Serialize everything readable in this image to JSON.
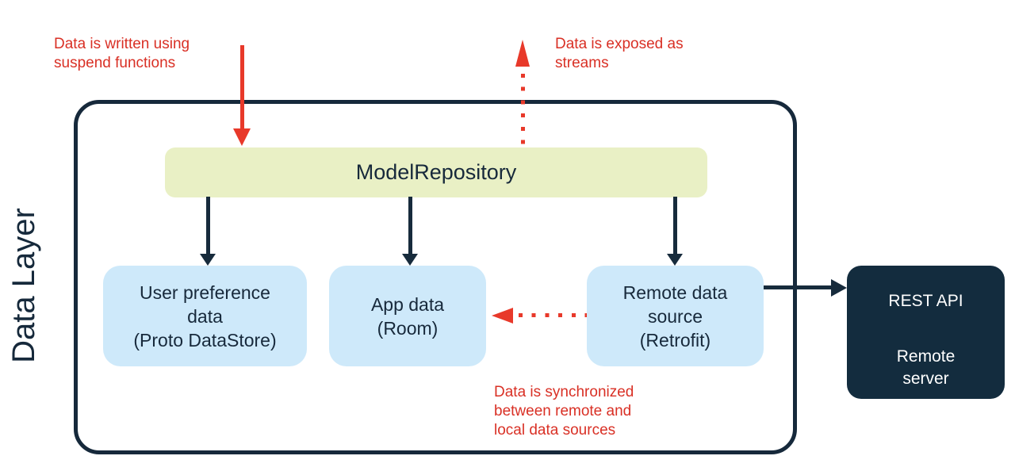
{
  "diagram": {
    "container_label": "Data Layer",
    "repository": {
      "label": "ModelRepository"
    },
    "sources": [
      {
        "id": "user-preference-data",
        "lines": [
          "User preference",
          "data",
          "(Proto DataStore)"
        ]
      },
      {
        "id": "app-data",
        "lines": [
          "App data",
          "(Room)"
        ]
      },
      {
        "id": "remote-data-source",
        "lines": [
          "Remote data",
          "source",
          "(Retrofit)"
        ]
      }
    ],
    "external_server": {
      "title": "REST API",
      "subtitle_lines": [
        "Remote",
        "server"
      ]
    },
    "annotations": {
      "write": {
        "lines": [
          "Data is written using",
          "suspend functions"
        ]
      },
      "expose": {
        "lines": [
          "Data is exposed as",
          "streams"
        ]
      },
      "sync": {
        "lines": [
          "Data is synchronized",
          "between remote and",
          "local data sources"
        ]
      }
    },
    "colors": {
      "outline_navy": "#16293b",
      "server_box_navy": "#132c3e",
      "source_box_blue": "#cee9fa",
      "repository_green": "#e9f0c5",
      "annotation_red": "#d93025",
      "arrow_red": "#e8392a",
      "text_navy": "#17293b",
      "server_text_white": "#ffffff"
    }
  }
}
